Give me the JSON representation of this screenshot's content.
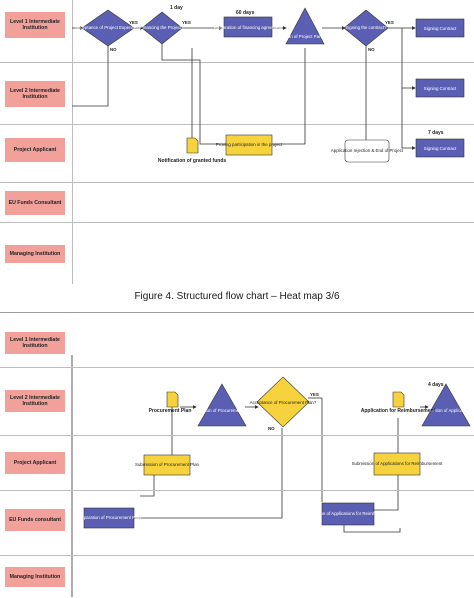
{
  "fig3": {
    "lanes": [
      "Level 1 Intermediate Institution",
      "Level 2 Intermediate Institution",
      "Project Applicant",
      "EU Funds Consultant",
      "Managing Institution"
    ],
    "nodes": {
      "acceptance_expenses": "Acceptance of Project Expenses?",
      "financing_project": "Financing the Project?",
      "prep_financing": "Preparation of financing agreement",
      "eval_participation": "Evaluation of Project Participation",
      "signing_contract_q": "Signing the contract?",
      "signing_contract_1": "Signing Contract",
      "signing_contract_2": "Signing Contract",
      "signing_contract_3": "Signing Contract",
      "proving_participation": "Proving participation in the project",
      "notification": "Notification of granted funds",
      "rejection": "Application rejection & End of Project"
    },
    "labels": {
      "yes1": "YES",
      "yes2": "YES",
      "yes3": "YES",
      "no1": "NO",
      "no2": "NO",
      "day1": "1 day",
      "days60": "60 days",
      "days7": "7 days"
    }
  },
  "caption": "Figure 4.    Structured flow chart – Heat map 3/6",
  "fig4": {
    "lanes": [
      "Level 1 Intermediate Institution",
      "Level 2 Intermediate Institution",
      "Project Applicant",
      "EU Funds consultant",
      "Managing Institution"
    ],
    "nodes": {
      "procurement_plan": "Procurement Plan",
      "eval_procurement": "Evaluation of Procurement Plan",
      "acceptance_procurement": "Acceptance of Procurement Plan?",
      "application_reimbursement": "Application for Reimbursement",
      "eval_application": "Evaluation of Application",
      "submission_procurement": "Submission of Procurement Plan",
      "submission_applications": "Submission of Applications for Reimbursement",
      "prep_procurement": "Preparation of Procurement Plan",
      "prep_applications": "Preparation of Applications for Reimbursement"
    },
    "labels": {
      "yes": "YES",
      "no": "NO",
      "days4": "4 days"
    }
  }
}
